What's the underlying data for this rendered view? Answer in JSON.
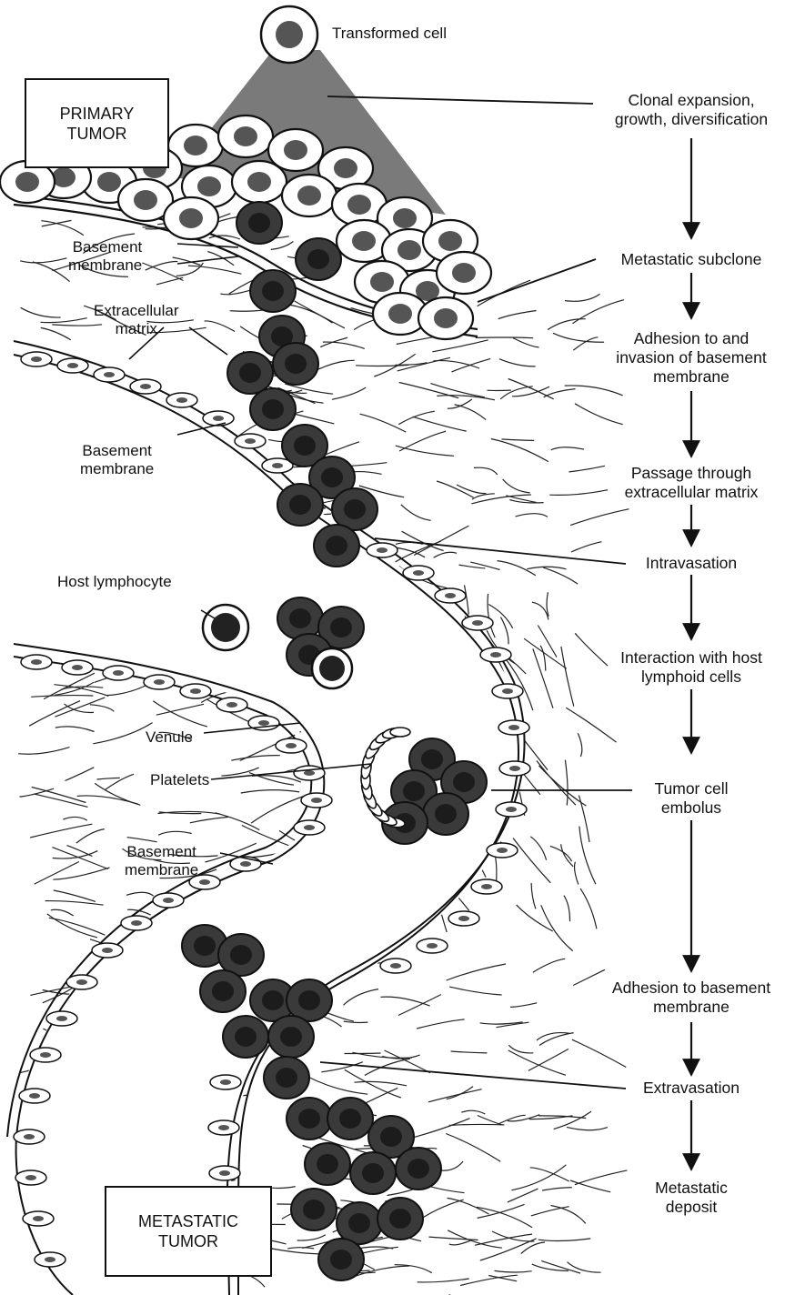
{
  "boxes": {
    "primary": [
      "PRIMARY",
      "TUMOR"
    ],
    "metastatic": [
      "METASTATIC",
      "TUMOR"
    ]
  },
  "anatomy_labels": {
    "transformed_cell": "Transformed cell",
    "basement_membrane": [
      "Basement",
      "membrane"
    ],
    "extracellular_matrix": [
      "Extracellular",
      "matrix"
    ],
    "host_lymphocyte": "Host lymphocyte",
    "venule": "Venule",
    "platelets": "Platelets"
  },
  "steps": [
    [
      "Clonal expansion,",
      "growth, diversification"
    ],
    [
      "Metastatic subclone"
    ],
    [
      "Adhesion to and",
      "invasion of basement",
      "membrane"
    ],
    [
      "Passage through",
      "extracellular matrix"
    ],
    [
      "Intravasation"
    ],
    [
      "Interaction with host",
      "lymphoid cells"
    ],
    [
      "Tumor cell",
      "embolus"
    ],
    [
      "Adhesion to basement",
      "membrane"
    ],
    [
      "Extravasation"
    ],
    [
      "Metastatic",
      "deposit"
    ]
  ],
  "colors": {
    "ink": "#111111",
    "tumor_cell_fill": "#3a3a3a",
    "tumor_nucleus": "#1c1c1c",
    "normal_nucleus": "#555555",
    "expansion_wedge": "#7a7a7a"
  }
}
